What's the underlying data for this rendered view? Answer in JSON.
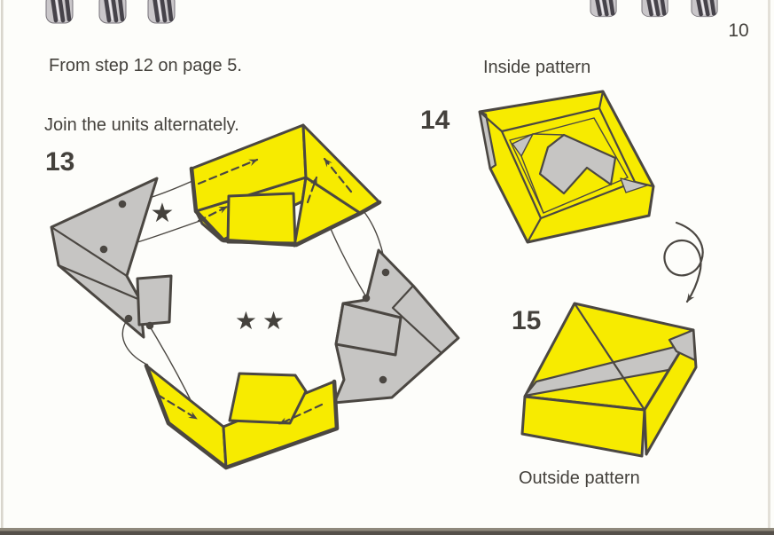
{
  "page": {
    "number": "10"
  },
  "instructions": {
    "from_note": "From step 12 on page 5.",
    "join_note": "Join the units alternately."
  },
  "steps": {
    "step13": {
      "number": "13"
    },
    "step14": {
      "number": "14",
      "caption": "Inside pattern"
    },
    "step15": {
      "number": "15",
      "caption": "Outside pattern"
    }
  },
  "symbols": {
    "star_single": "★",
    "star_double": "★★",
    "rotate_arrow_icon": "turn-over-arrow",
    "binding_icon": "spiral-binding"
  },
  "colors": {
    "paper": "#FDFDFA",
    "yellow": "#F7EB00",
    "gray": "#C6C5C3",
    "outline": "#4B4742",
    "text": "#44413C"
  }
}
